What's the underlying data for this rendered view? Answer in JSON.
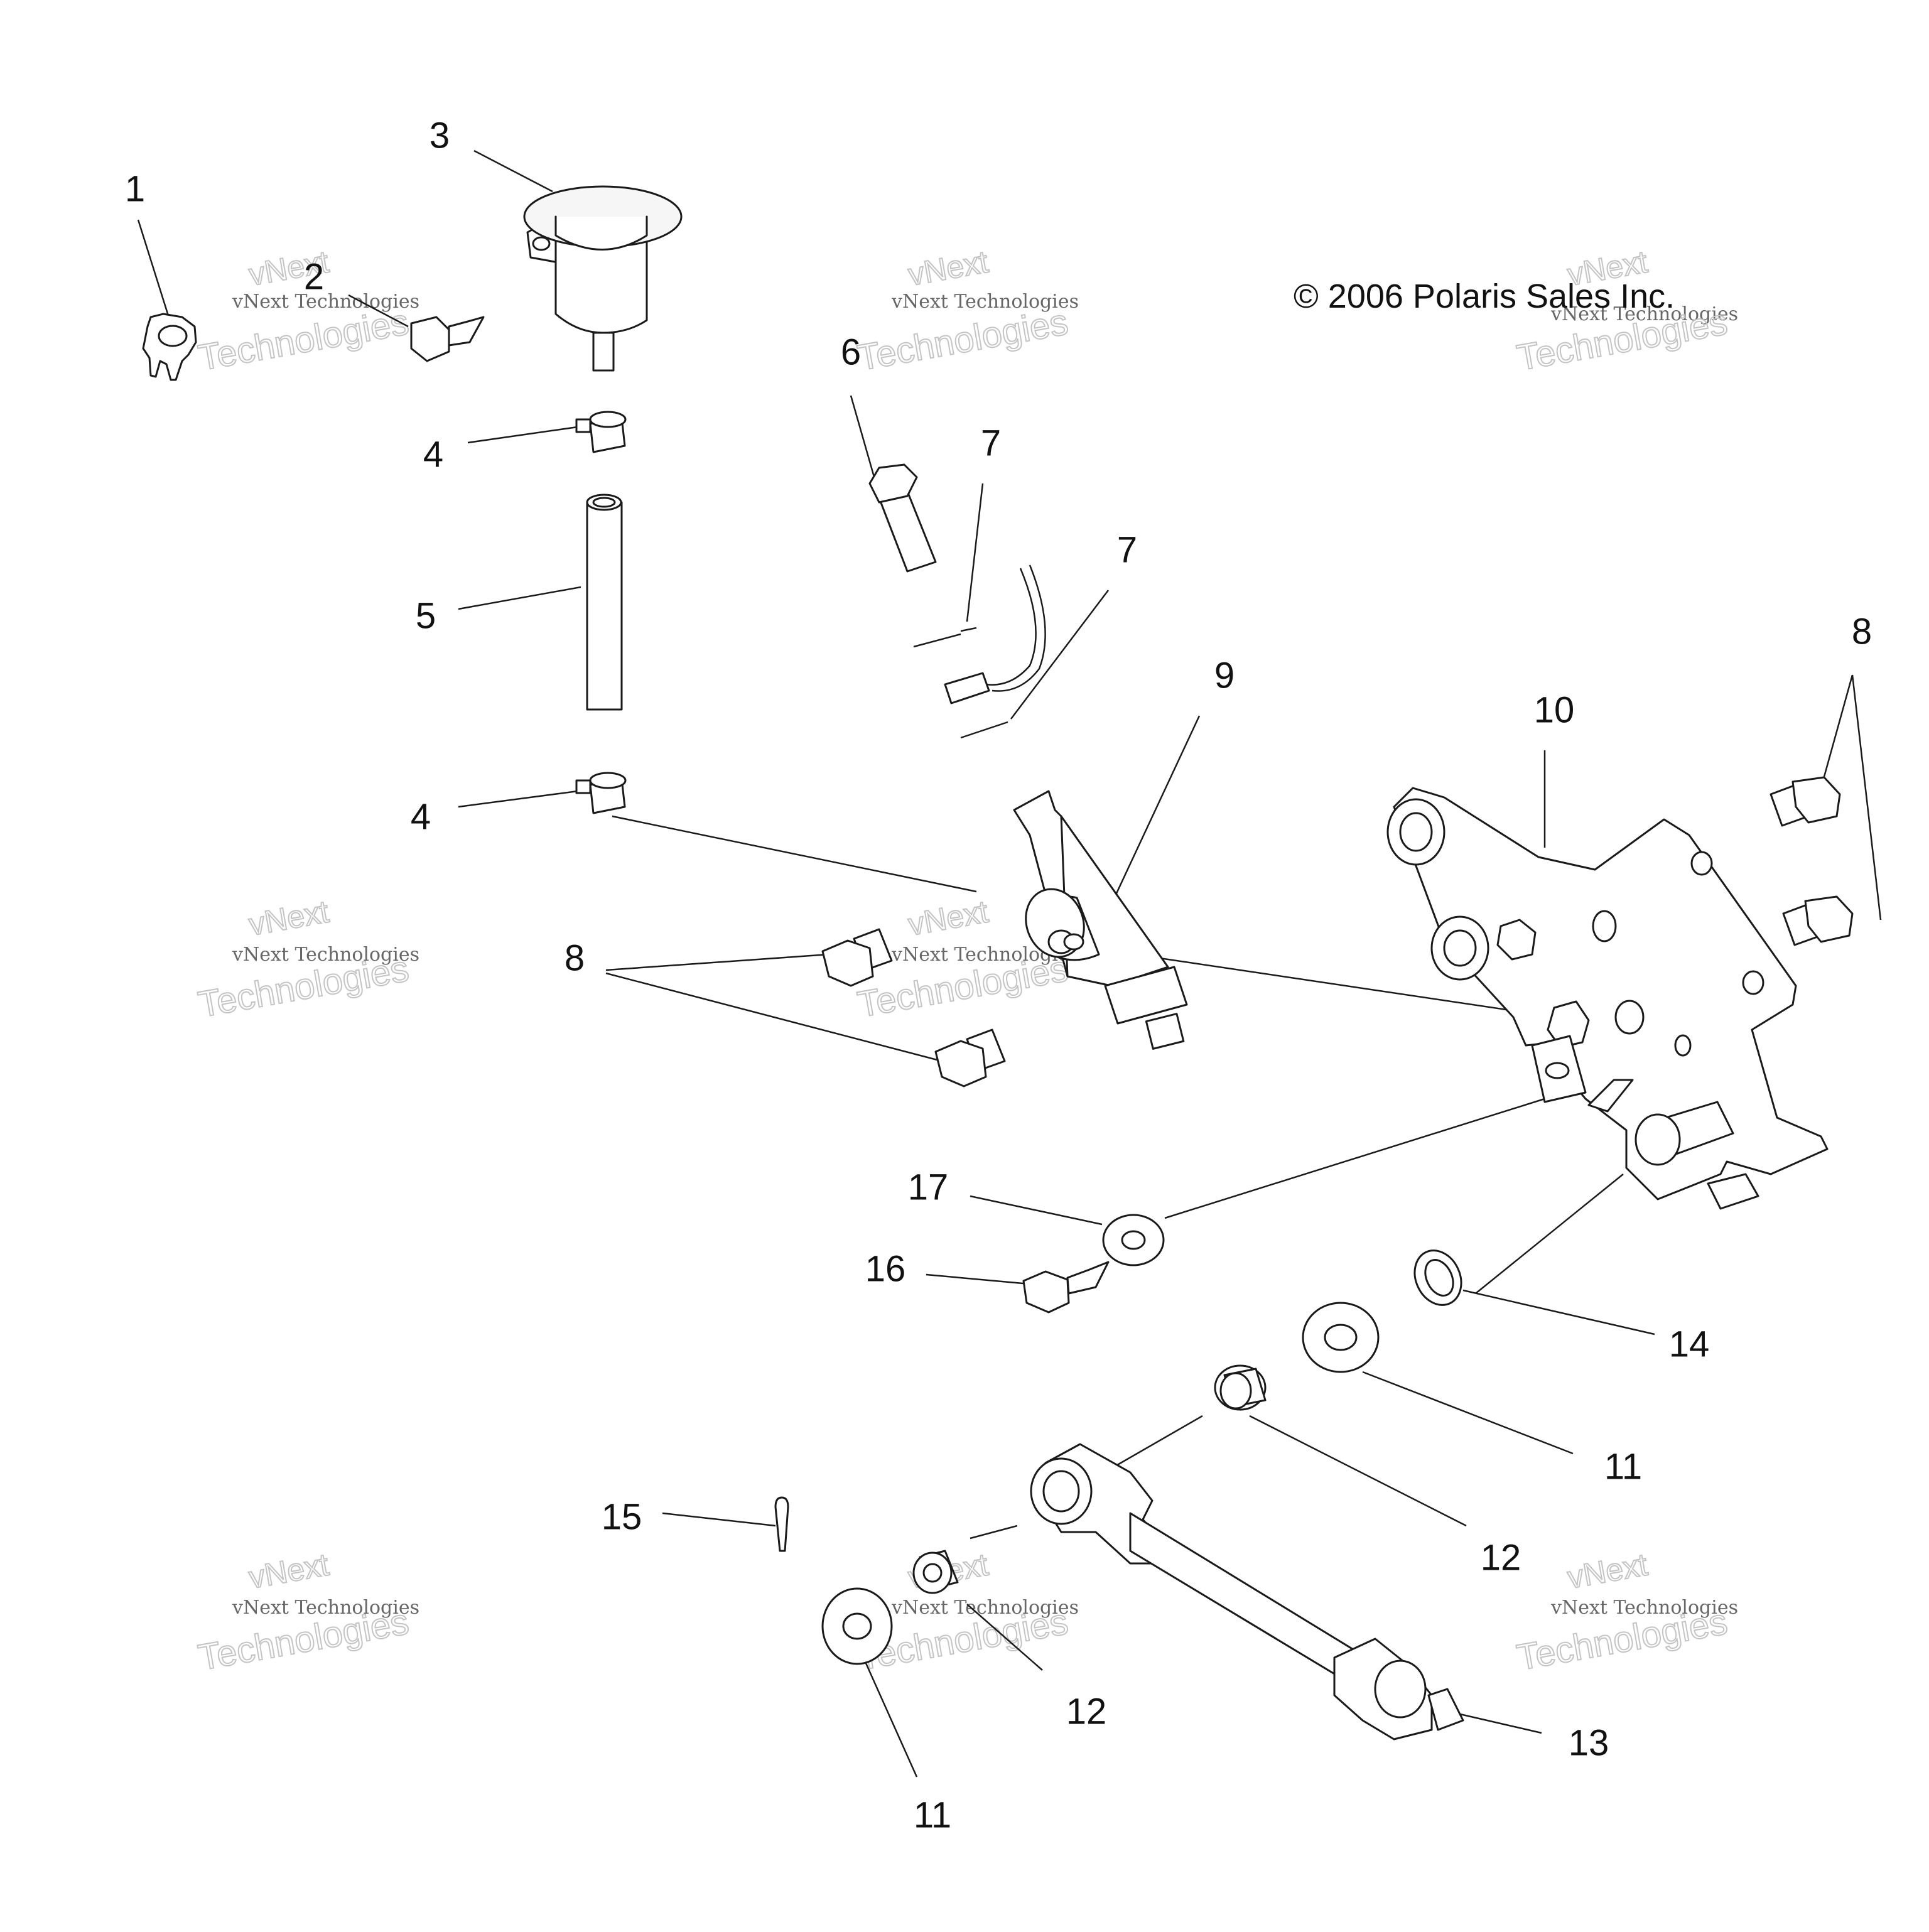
{
  "copyright": "© 2006 Polaris Sales Inc.",
  "watermark": {
    "line1": "vNext Technologies",
    "line2": "Technologies",
    "line3": "vNext"
  },
  "callouts": {
    "c1": "1",
    "c2": "2",
    "c3": "3",
    "c4a": "4",
    "c4b": "4",
    "c5": "5",
    "c6": "6",
    "c7a": "7",
    "c7b": "7",
    "c8a": "8",
    "c8b": "8",
    "c9": "9",
    "c10": "10",
    "c11a": "11",
    "c11b": "11",
    "c12a": "12",
    "c12b": "12",
    "c13": "13",
    "c14": "14",
    "c15": "15",
    "c16": "16",
    "c17": "17"
  },
  "colors": {
    "line": "#1a1a1a",
    "watermark": "#c4c4c4",
    "background": "#ffffff"
  }
}
